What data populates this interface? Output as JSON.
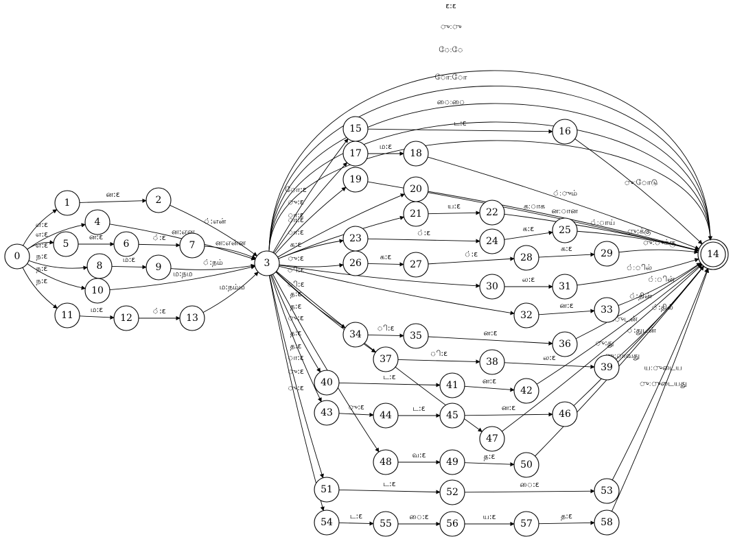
{
  "diagram": {
    "states": [
      "0",
      "1",
      "2",
      "3",
      "4",
      "5",
      "6",
      "7",
      "8",
      "9",
      "10",
      "11",
      "12",
      "13",
      "14",
      "15",
      "16",
      "17",
      "18",
      "19",
      "20",
      "21",
      "22",
      "23",
      "24",
      "25",
      "26",
      "27",
      "28",
      "29",
      "30",
      "31",
      "32",
      "33",
      "34",
      "35",
      "36",
      "37",
      "38",
      "39",
      "40",
      "41",
      "42",
      "43",
      "44",
      "45",
      "46",
      "47",
      "48",
      "49",
      "50",
      "51",
      "52",
      "53",
      "54",
      "55",
      "56",
      "57",
      "58"
    ],
    "start_state": "0",
    "final_state": "14",
    "transitions": [
      {
        "from": "0",
        "to": "1",
        "label": "எ:ε"
      },
      {
        "from": "0",
        "to": "4",
        "label": "எ:ε"
      },
      {
        "from": "0",
        "to": "5",
        "label": "எ:ε"
      },
      {
        "from": "0",
        "to": "8",
        "label": "ந:ε"
      },
      {
        "from": "0",
        "to": "10",
        "label": "ந:ε"
      },
      {
        "from": "0",
        "to": "11",
        "label": "ந:ε"
      },
      {
        "from": "1",
        "to": "2",
        "label": "ன:ε"
      },
      {
        "from": "2",
        "to": "3",
        "label": "்:என்"
      },
      {
        "from": "4",
        "to": "3",
        "label": "ன:என"
      },
      {
        "from": "5",
        "to": "6",
        "label": "ன:ε"
      },
      {
        "from": "6",
        "to": "7",
        "label": "்:ε"
      },
      {
        "from": "7",
        "to": "3",
        "label": "ன:என்ன"
      },
      {
        "from": "8",
        "to": "9",
        "label": "ம:ε"
      },
      {
        "from": "9",
        "to": "3",
        "label": "்:நம்"
      },
      {
        "from": "10",
        "to": "3",
        "label": "ம:நம"
      },
      {
        "from": "11",
        "to": "12",
        "label": "ம:ε"
      },
      {
        "from": "12",
        "to": "13",
        "label": "்:ε"
      },
      {
        "from": "13",
        "to": "3",
        "label": "ம:நம்ம"
      },
      {
        "from": "3",
        "to": "14",
        "label": "ε:ε"
      },
      {
        "from": "3",
        "to": "14",
        "label": "ு:ு"
      },
      {
        "from": "3",
        "to": "14",
        "label": "ே:ே"
      },
      {
        "from": "3",
        "to": "14",
        "label": "ோ:ோ"
      },
      {
        "from": "3",
        "to": "14",
        "label": "ை:ை"
      },
      {
        "from": "3",
        "to": "15",
        "label": "ோ:ε"
      },
      {
        "from": "15",
        "to": "16",
        "label": "ட:ε"
      },
      {
        "from": "16",
        "to": "14",
        "label": "ு:ோடு"
      },
      {
        "from": "3",
        "to": "17",
        "label": "ு:ε"
      },
      {
        "from": "17",
        "to": "18",
        "label": "ம:ε"
      },
      {
        "from": "18",
        "to": "14",
        "label": "்:ும்"
      },
      {
        "from": "3",
        "to": "19",
        "label": "ா:ε"
      },
      {
        "from": "19",
        "to": "14",
        "label": "க:ாக"
      },
      {
        "from": "3",
        "to": "20",
        "label": "ா:ε"
      },
      {
        "from": "20",
        "to": "14",
        "label": "ன:ான"
      },
      {
        "from": "3",
        "to": "21",
        "label": "ா:ε"
      },
      {
        "from": "21",
        "to": "22",
        "label": "ய:ε"
      },
      {
        "from": "22",
        "to": "14",
        "label": "்:ாய்"
      },
      {
        "from": "3",
        "to": "23",
        "label": "க:ε"
      },
      {
        "from": "23",
        "to": "24",
        "label": "்:ε"
      },
      {
        "from": "24",
        "to": "25",
        "label": "க:ε"
      },
      {
        "from": "25",
        "to": "14",
        "label": "ு:க்கு"
      },
      {
        "from": "3",
        "to": "26",
        "label": "ு:ε"
      },
      {
        "from": "26",
        "to": "27",
        "label": "க:ε"
      },
      {
        "from": "27",
        "to": "28",
        "label": "்:ε"
      },
      {
        "from": "28",
        "to": "29",
        "label": "க:ε"
      },
      {
        "from": "29",
        "to": "14",
        "label": "ு:ுக்கு"
      },
      {
        "from": "3",
        "to": "30",
        "label": "ி:ε"
      },
      {
        "from": "30",
        "to": "31",
        "label": "ல:ε"
      },
      {
        "from": "31",
        "to": "14",
        "label": "்:ில்"
      },
      {
        "from": "3",
        "to": "32",
        "label": "ி:ε"
      },
      {
        "from": "32",
        "to": "33",
        "label": "ன:ε"
      },
      {
        "from": "33",
        "to": "14",
        "label": "்:ின்"
      },
      {
        "from": "3",
        "to": "34",
        "label": "த:ε"
      },
      {
        "from": "34",
        "to": "35",
        "label": "ி:ε"
      },
      {
        "from": "35",
        "to": "36",
        "label": "ன:ε"
      },
      {
        "from": "36",
        "to": "14",
        "label": "்:தின்"
      },
      {
        "from": "3",
        "to": "37",
        "label": "த:ε"
      },
      {
        "from": "37",
        "to": "38",
        "label": "ி:ε"
      },
      {
        "from": "38",
        "to": "39",
        "label": "ல:ε"
      },
      {
        "from": "39",
        "to": "14",
        "label": "்:தில்"
      },
      {
        "from": "3",
        "to": "40",
        "label": "ு:ε"
      },
      {
        "from": "40",
        "to": "41",
        "label": "ட:ε"
      },
      {
        "from": "41",
        "to": "42",
        "label": "ன:ε"
      },
      {
        "from": "42",
        "to": "14",
        "label": "்:ுடன்"
      },
      {
        "from": "3",
        "to": "43",
        "label": "த:ε"
      },
      {
        "from": "43",
        "to": "44",
        "label": "ு:ε"
      },
      {
        "from": "44",
        "to": "45",
        "label": "ட:ε"
      },
      {
        "from": "45",
        "to": "46",
        "label": "ன:ε"
      },
      {
        "from": "46",
        "to": "14",
        "label": "்:துடன்"
      },
      {
        "from": "3",
        "to": "47",
        "label": "த:ε"
      },
      {
        "from": "47",
        "to": "14",
        "label": "ு:து"
      },
      {
        "from": "3",
        "to": "48",
        "label": "ா:ε"
      },
      {
        "from": "48",
        "to": "49",
        "label": "வ:ε"
      },
      {
        "from": "49",
        "to": "50",
        "label": "த:ε"
      },
      {
        "from": "50",
        "to": "14",
        "label": "ு:ாவது"
      },
      {
        "from": "3",
        "to": "51",
        "label": "ு:ε"
      },
      {
        "from": "51",
        "to": "52",
        "label": "ட:ε"
      },
      {
        "from": "52",
        "to": "53",
        "label": "ை:ε"
      },
      {
        "from": "53",
        "to": "14",
        "label": "ய:ுடைய"
      },
      {
        "from": "3",
        "to": "54",
        "label": "ு:ε"
      },
      {
        "from": "54",
        "to": "55",
        "label": "ட:ε"
      },
      {
        "from": "55",
        "to": "56",
        "label": "ை:ε"
      },
      {
        "from": "56",
        "to": "57",
        "label": "ய:ε"
      },
      {
        "from": "57",
        "to": "58",
        "label": "த:ε"
      },
      {
        "from": "58",
        "to": "14",
        "label": "ு:ுடையது"
      }
    ]
  }
}
